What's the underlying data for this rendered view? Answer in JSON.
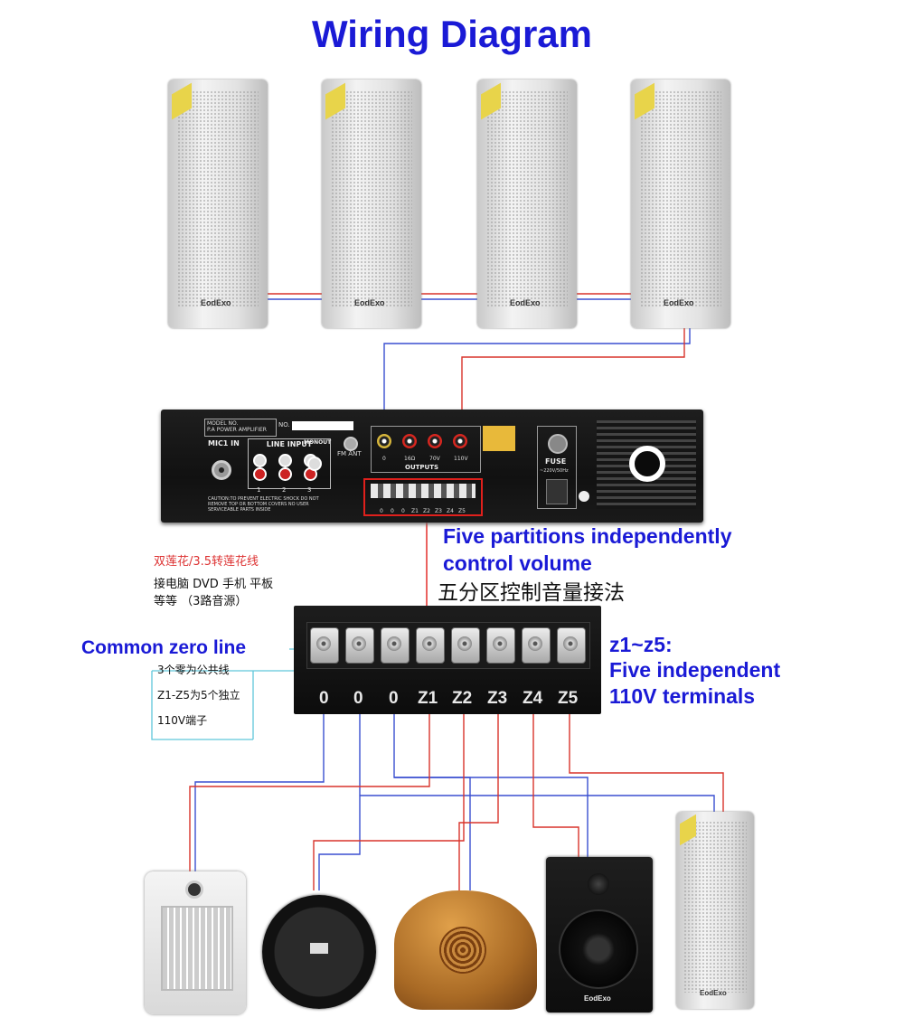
{
  "title": "Wiring Diagram",
  "brand": "EodExo",
  "amplifier": {
    "model_label": "MODEL NO.",
    "model_value": "P.A POWER AMPLIFIER",
    "no_label": "NO.",
    "mic_in": "MIC1 IN",
    "line_input": "LINE INPUT",
    "monout": "MONOUT",
    "line_channels": [
      "1",
      "2",
      "3"
    ],
    "fm_ant": "FM ANT",
    "outputs": "OUTPUTS",
    "output_taps": [
      "0",
      "16Ω",
      "70V",
      "110V"
    ],
    "fuse": "FUSE",
    "fuse_rating": "~220V/50Hz",
    "caution": "CAUTION:TO PREVENT ELECTRIC SHOCK DO NOT REMOVE TOP OR BOTTOM COVERS NO USER SERVICEABLE PARTS INSIDE",
    "small_terminal_labels": [
      "0",
      "0",
      "0",
      "Z1",
      "Z2",
      "Z3",
      "Z4",
      "Z5"
    ]
  },
  "annotations": {
    "rca_cable_cn": "双莲花/3.5转莲花线",
    "sources_cn_line1": "接电脑 DVD 手机 平板",
    "sources_cn_line2": "等等 （3路音源）",
    "five_partitions_line1": "Five partitions independently",
    "five_partitions_line2": "control volume",
    "five_partitions_cn": "五分区控制音量接法",
    "common_zero": "Common zero line",
    "common_zero_cn_line1": "3个零为公共线",
    "common_zero_cn_line2": "Z1-Z5为5个独立",
    "common_zero_cn_line3": "110V端子",
    "z_line1": "z1~z5:",
    "z_line2": "Five independent",
    "z_line3": "110V terminals"
  },
  "terminal_block": {
    "labels": [
      "0",
      "0",
      "0",
      "Z1",
      "Z2",
      "Z3",
      "Z4",
      "Z5"
    ]
  },
  "colors": {
    "title_blue": "#1a1ad6",
    "wire_red": "#d9342b",
    "wire_blue": "#3a4fd0",
    "highlight_red": "#e0201c",
    "highlight_cyan": "#5fc6da"
  }
}
